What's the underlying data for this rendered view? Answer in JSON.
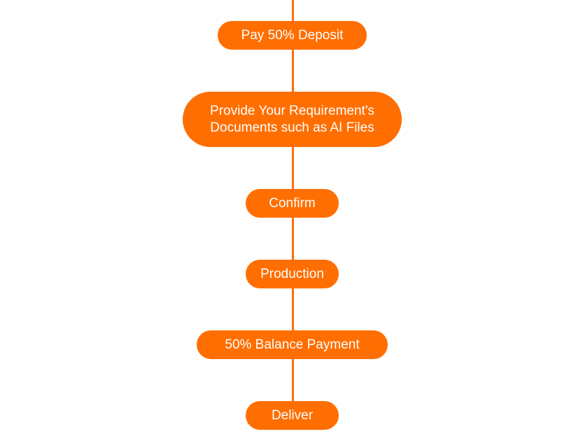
{
  "theme": {
    "accent": "#ff6e00",
    "text": "#ffffff",
    "background": "#ffffff"
  },
  "process": {
    "steps": [
      {
        "label": "Pay 50% Deposit"
      },
      {
        "label": "Provide Your Requirement's\nDocuments such as AI Files"
      },
      {
        "label": "Confirm"
      },
      {
        "label": "Production"
      },
      {
        "label": "50% Balance Payment"
      },
      {
        "label": "Deliver"
      }
    ]
  }
}
